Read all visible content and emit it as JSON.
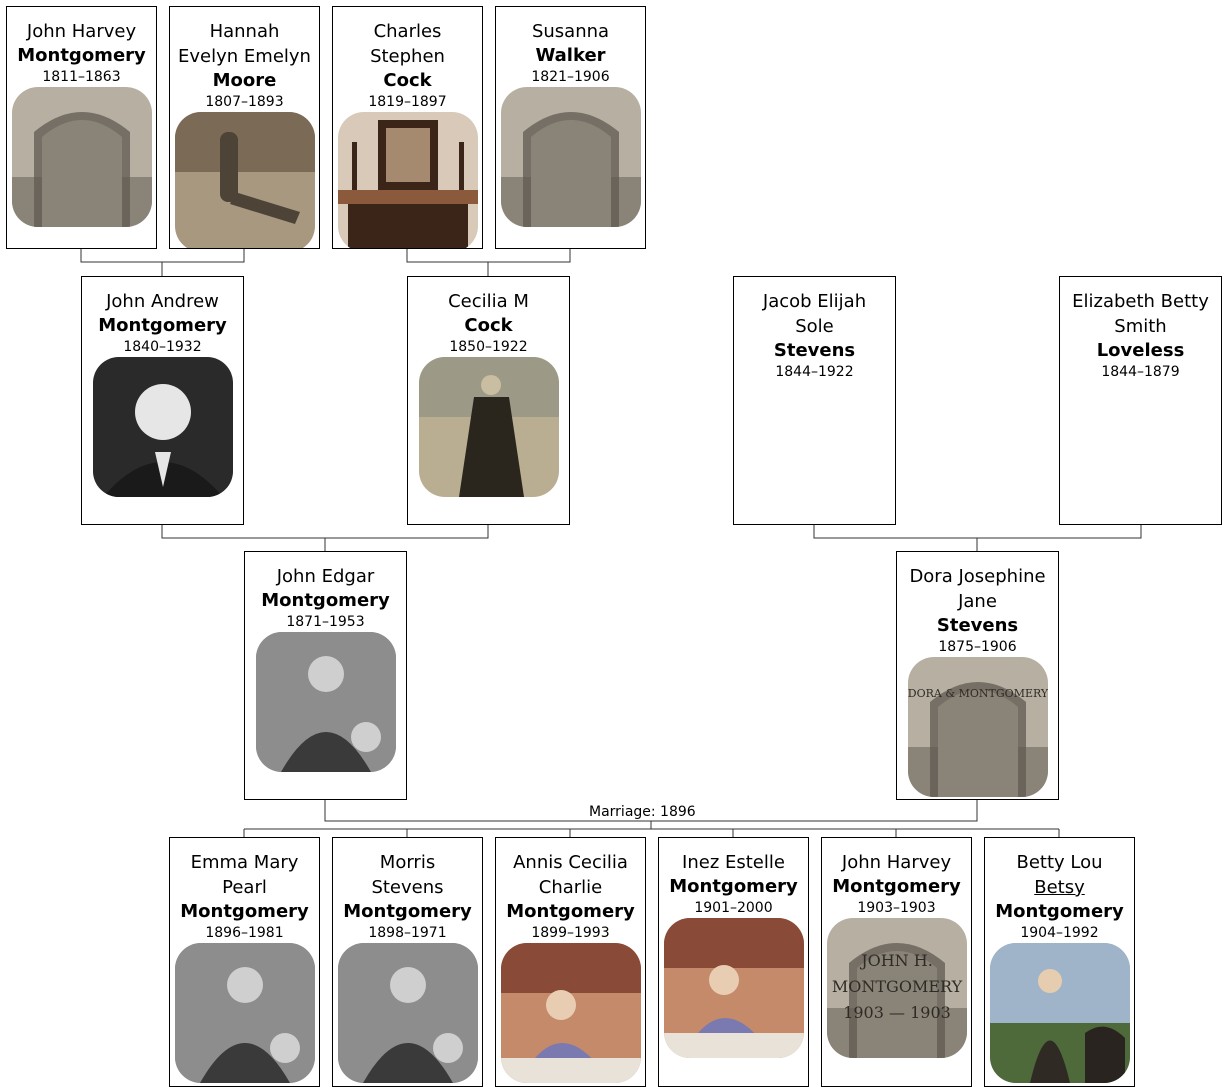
{
  "marriage_label": "Marriage: 1896",
  "people": [
    {
      "id": "p_jhm_1811",
      "given": [
        "John Harvey"
      ],
      "surname": "Montgomery",
      "dates": "1811–1863",
      "photo": "headstone-photo"
    },
    {
      "id": "p_hem",
      "given": [
        "Hannah",
        "Evelyn Emelyn"
      ],
      "surname": "Moore",
      "dates": "1807–1893",
      "photo": "grave-in-woods-photo"
    },
    {
      "id": "p_csc",
      "given": [
        "Charles",
        "Stephen"
      ],
      "surname": "Cock",
      "dates": "1819–1897",
      "photo": "portrait-on-mantel-photo"
    },
    {
      "id": "p_sw",
      "given": [
        "Susanna"
      ],
      "surname": "Walker",
      "dates": "1821–1906",
      "photo": "headstone-photo"
    },
    {
      "id": "p_jam",
      "given": [
        "John Andrew"
      ],
      "surname": "Montgomery",
      "dates": "1840–1932",
      "photo": "portrait-photo"
    },
    {
      "id": "p_cmc",
      "given": [
        "Cecilia M"
      ],
      "surname": "Cock",
      "dates": "1850–1922",
      "photo": "woman-standing-photo"
    },
    {
      "id": "p_jes",
      "given": [
        "Jacob Elijah",
        "Sole"
      ],
      "surname": "Stevens",
      "dates": "1844–1922",
      "photo": ""
    },
    {
      "id": "p_ebl",
      "given": [
        "Elizabeth Betty",
        "Smith"
      ],
      "surname": "Loveless",
      "dates": "1844–1879",
      "photo": ""
    },
    {
      "id": "p_jem",
      "given": [
        "John Edgar"
      ],
      "surname": "Montgomery",
      "dates": "1871–1953",
      "photo": "group-portrait-photo"
    },
    {
      "id": "p_djs",
      "given": [
        "Dora Josephine",
        "Jane"
      ],
      "surname": "Stevens",
      "dates": "1875–1906",
      "photo": "headstone-photo"
    },
    {
      "id": "p_emp",
      "given": [
        "Emma Mary",
        "Pearl"
      ],
      "surname": "Montgomery",
      "dates": "1896–1981",
      "photo": "group-portrait-photo"
    },
    {
      "id": "p_msm",
      "given": [
        "Morris",
        "Stevens"
      ],
      "surname": "Montgomery",
      "dates": "1898–1971",
      "photo": "group-portrait-photo"
    },
    {
      "id": "p_acc",
      "given": [
        "Annis Cecilia",
        "Charlie"
      ],
      "surname": "Montgomery",
      "dates": "1899–1993",
      "photo": "table-photo"
    },
    {
      "id": "p_iem",
      "given": [
        "Inez Estelle"
      ],
      "surname": "Montgomery",
      "dates": "1901–2000",
      "photo": "table-photo"
    },
    {
      "id": "p_jhm_1903",
      "given": [
        "John Harvey"
      ],
      "surname": "Montgomery",
      "dates": "1903–1903",
      "photo": "headstone-photo"
    },
    {
      "id": "p_blm",
      "given": [
        "Betty Lou"
      ],
      "nickname": "Betsy",
      "surname": "Montgomery",
      "dates": "1904–1992",
      "photo": "woman-with-horse-photo"
    }
  ],
  "photo_text": {
    "p_jhm_1903": [
      "JOHN H.",
      "MONTGOMERY",
      "1903 — 1903"
    ],
    "p_djs": [
      "DORA & MONTGOMERY"
    ]
  }
}
